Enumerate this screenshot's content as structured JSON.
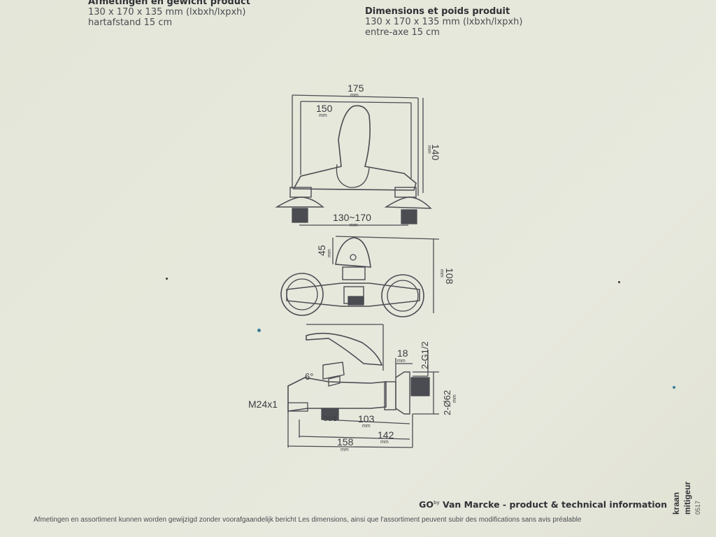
{
  "nl": {
    "heading": "Afmetingen en gewicht product",
    "dimensions": "130 x 170 x 135 mm (lxbxh/lxpxh)",
    "spacing": "hartafstand 15 cm"
  },
  "fr": {
    "heading": "Dimensions et poids produit",
    "dimensions": "130 x 170 x 135 mm (lxbxh/lxpxh)",
    "spacing": "entre-axe 15 cm"
  },
  "drawing": {
    "top_view": {
      "width_outer": "175",
      "width_inner": "150",
      "height": "140",
      "spacing": "130~170",
      "unit": "mm"
    },
    "front_view": {
      "top": "45",
      "depth": "108",
      "unit": "mm"
    },
    "side_view": {
      "angle": "6°",
      "thread": "M24x1",
      "inlet": "G1/2",
      "d18": "18",
      "connection": "2-G1/2",
      "rosette": "2-Ø62",
      "d103": "103",
      "d142": "142",
      "d158": "158",
      "unit": "mm"
    }
  },
  "footer": {
    "brand": "GO",
    "brand_by": "by",
    "brand_rest": "Van Marcke - product & technical information",
    "disclaimer": "Afmetingen en assortiment kunnen worden gewijzigd zonder voorafgaandelijk bericht   Les dimensions, ainsi que l'assortiment peuvent subir des modifications sans avis préalable",
    "tag1": "kraan",
    "tag2": "mitigeur",
    "tag3": "0517"
  }
}
